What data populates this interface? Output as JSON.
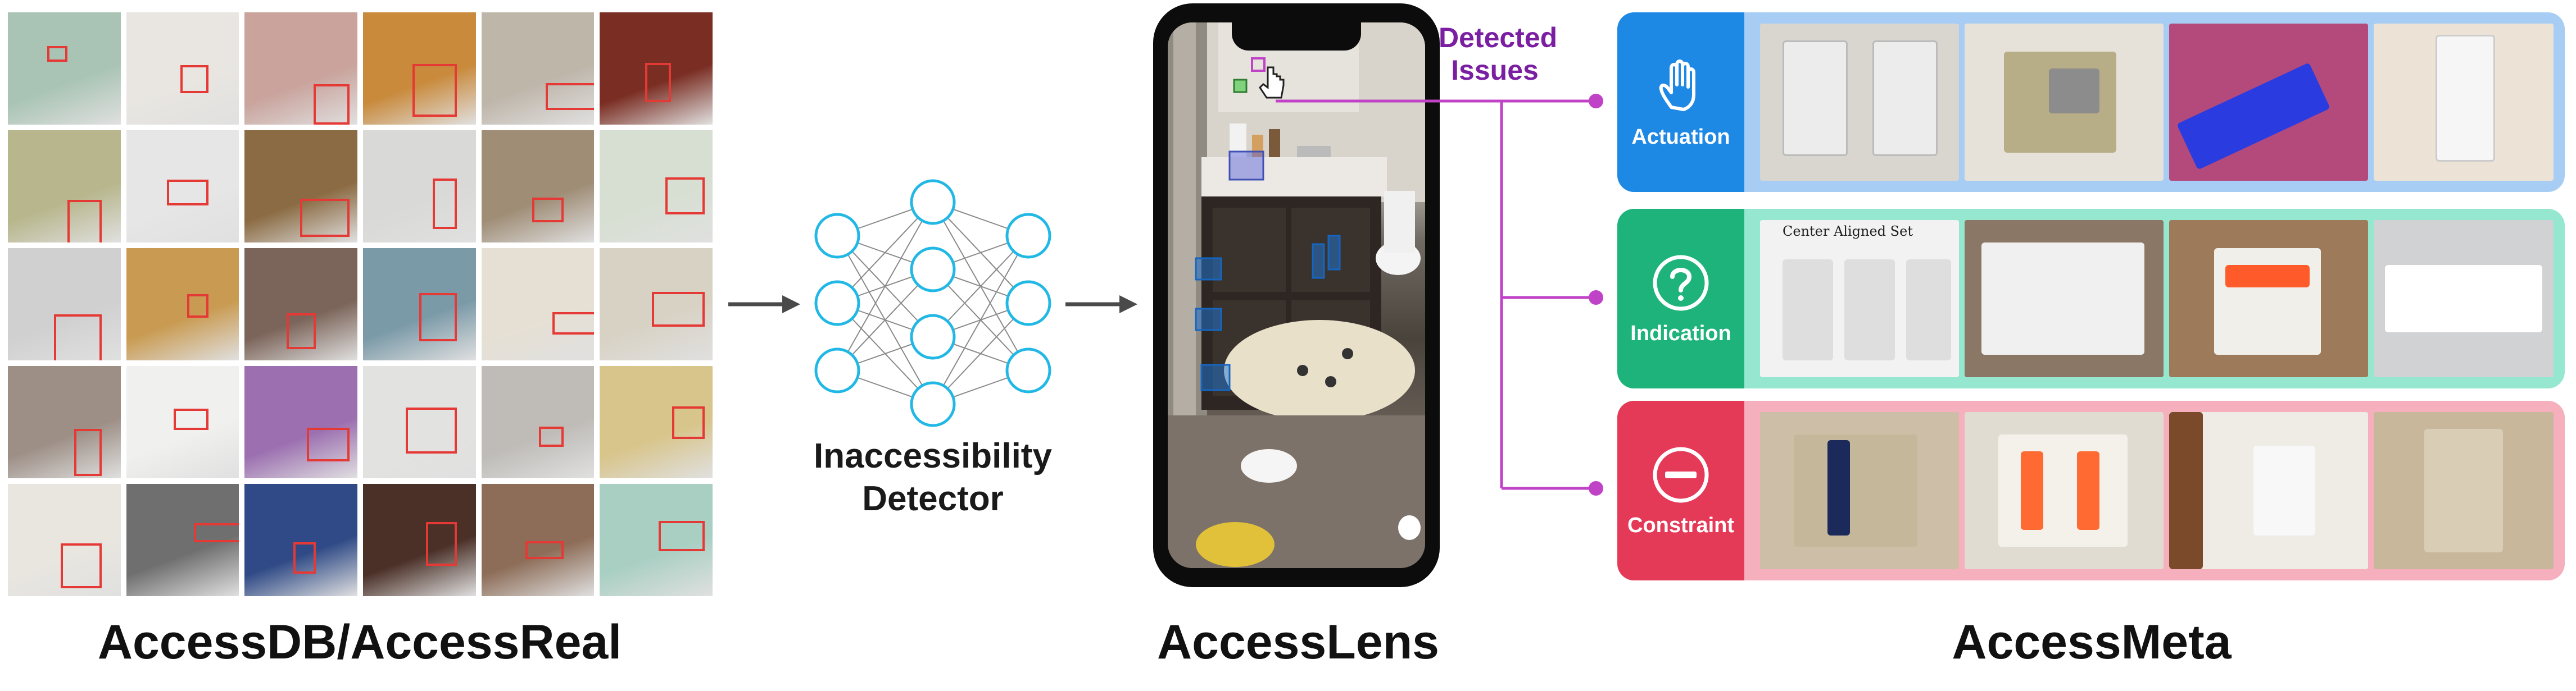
{
  "titles": {
    "left": "AccessDB/AccessReal",
    "middle": "AccessLens",
    "right": "AccessMeta"
  },
  "detector": {
    "line1": "Inaccessibility",
    "line2": "Detector"
  },
  "detected_issues": {
    "line1": "Detected",
    "line2": "Issues"
  },
  "categories": [
    {
      "label": "Actuation",
      "icon": "hand-icon",
      "tag_color": "#1e88e5",
      "bg_color": "#a7cdf5"
    },
    {
      "label": "Indication",
      "icon": "question-icon",
      "tag_color": "#1db37a",
      "bg_color": "#95e8cf"
    },
    {
      "label": "Constraint",
      "icon": "minus-circle-icon",
      "tag_color": "#e53958",
      "bg_color": "#f5afbd"
    }
  ],
  "thumb_text": {
    "center_aligned_set": "Center Aligned Set"
  },
  "colors": {
    "accent_purple": "#c043c7",
    "network_node": "#22b8e6",
    "label_purple": "#7b1fa2",
    "highlight_red": "#e53935"
  }
}
